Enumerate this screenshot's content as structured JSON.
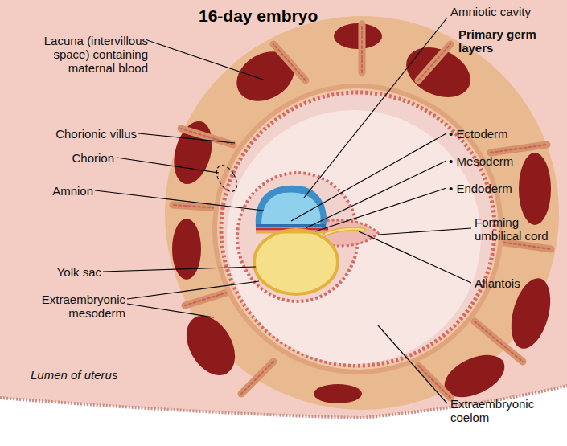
{
  "diagram": {
    "title": "16-day embryo",
    "labels": [
      "Lacuna (intervillous space) containing maternal blood",
      "Chorionic villus",
      "Chorion",
      "Amnion",
      "Yolk sac",
      "Extraembryonic mesoderm",
      "Lumen of uterus",
      "Amniotic cavity",
      "Primary germ layers",
      "• Ectoderm",
      "• Mesoderm",
      "• Endoderm",
      "Forming umbilical cord",
      "Allantois",
      "Extraembryonic coelom"
    ]
  }
}
